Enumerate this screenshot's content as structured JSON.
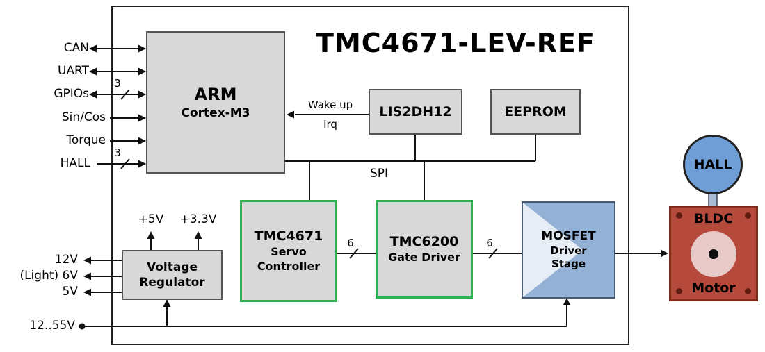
{
  "title": "TMC4671-LEV-REF",
  "blocks": {
    "arm": {
      "name": "ARM",
      "sub": "Cortex-M3"
    },
    "accelerometer": {
      "name": "LIS2DH12"
    },
    "eeprom": {
      "name": "EEPROM"
    },
    "servo": {
      "name": "TMC4671",
      "sub1": "Servo",
      "sub2": "Controller"
    },
    "gate_driver": {
      "name": "TMC6200",
      "sub": "Gate Driver"
    },
    "mosfet": {
      "name": "MOSFET",
      "sub1": "Driver",
      "sub2": "Stage"
    },
    "vreg": {
      "name1": "Voltage",
      "name2": "Regulator"
    },
    "hall_sensor": {
      "name": "HALL"
    },
    "motor": {
      "type": "BLDC",
      "name": "Motor"
    }
  },
  "pins": {
    "arm_left": [
      {
        "label": "CAN",
        "bidirectional": true
      },
      {
        "label": "UART",
        "bidirectional": true
      },
      {
        "label": "GPIOs",
        "bidirectional": true,
        "bus_width": "3"
      },
      {
        "label": "Sin/Cos"
      },
      {
        "label": "Torque"
      },
      {
        "label": "HALL",
        "bus_width": "3"
      }
    ],
    "vreg_outputs": [
      {
        "label": "12V"
      },
      {
        "label": "(Light) 6V"
      },
      {
        "label": "5V"
      }
    ],
    "vreg_rails": [
      {
        "label": "+5V"
      },
      {
        "label": "+3.3V"
      }
    ],
    "supply": {
      "label": "12..55V"
    }
  },
  "connections": {
    "wake_up": "Wake up",
    "irq": "Irq",
    "spi": "SPI",
    "servo_to_gate_bus": "6",
    "gate_to_mosfet_bus": "6"
  },
  "colors": {
    "block_fill": "#d8d8d8",
    "block_border": "#555555",
    "green_border": "#2eb150",
    "mosfet_fill": "#94b2d6",
    "mosfet_triangle": "#e7edf5",
    "hall_fill": "#6f9ed6",
    "motor_fill": "#b5493c",
    "motor_inner": "#e7c9c7",
    "line": "#111111"
  }
}
